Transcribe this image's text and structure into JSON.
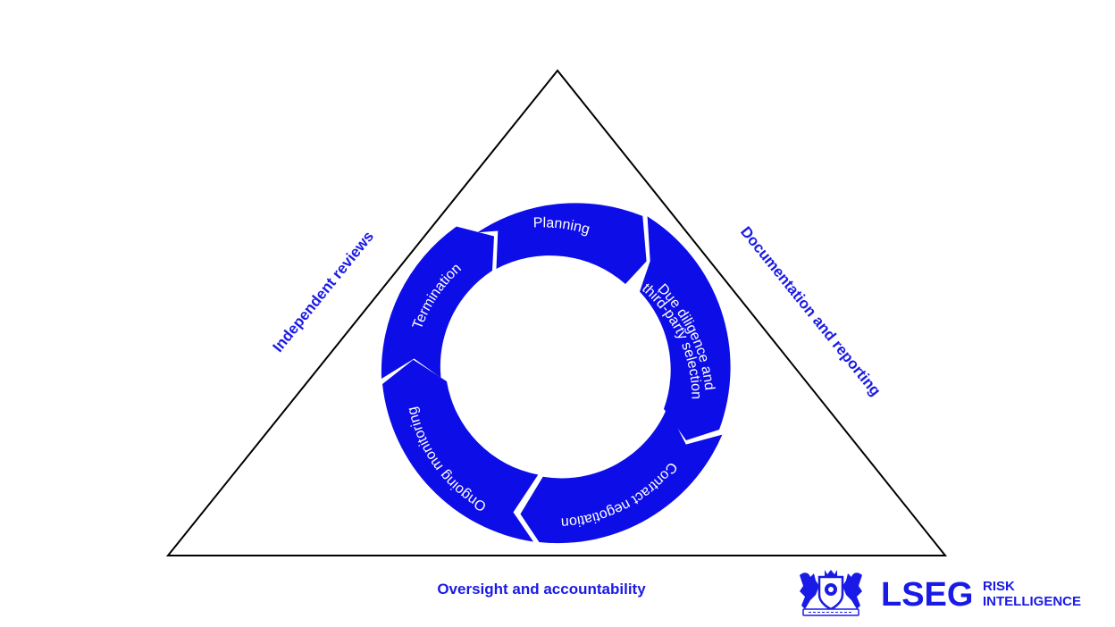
{
  "colors": {
    "accent": "#1a1ae6",
    "ring": "#0d0de8",
    "line": "#000000",
    "background": "#ffffff"
  },
  "triangle": {
    "left_side_label": "Independent reviews",
    "right_side_label": "Documentation and reporting",
    "bottom_label": "Oversight and accountability"
  },
  "cycle": {
    "steps": [
      {
        "label": "Planning"
      },
      {
        "label_line1": "Due diligence and",
        "label_line2": "third-party selection"
      },
      {
        "label": "Contract negotiation"
      },
      {
        "label": "Ongoing monitoring"
      },
      {
        "label": "Termination"
      }
    ]
  },
  "logo": {
    "wordmark": "LSEG",
    "line1": "RISK",
    "line2": "INTELLIGENCE",
    "emblem_icon": "crest-icon"
  }
}
